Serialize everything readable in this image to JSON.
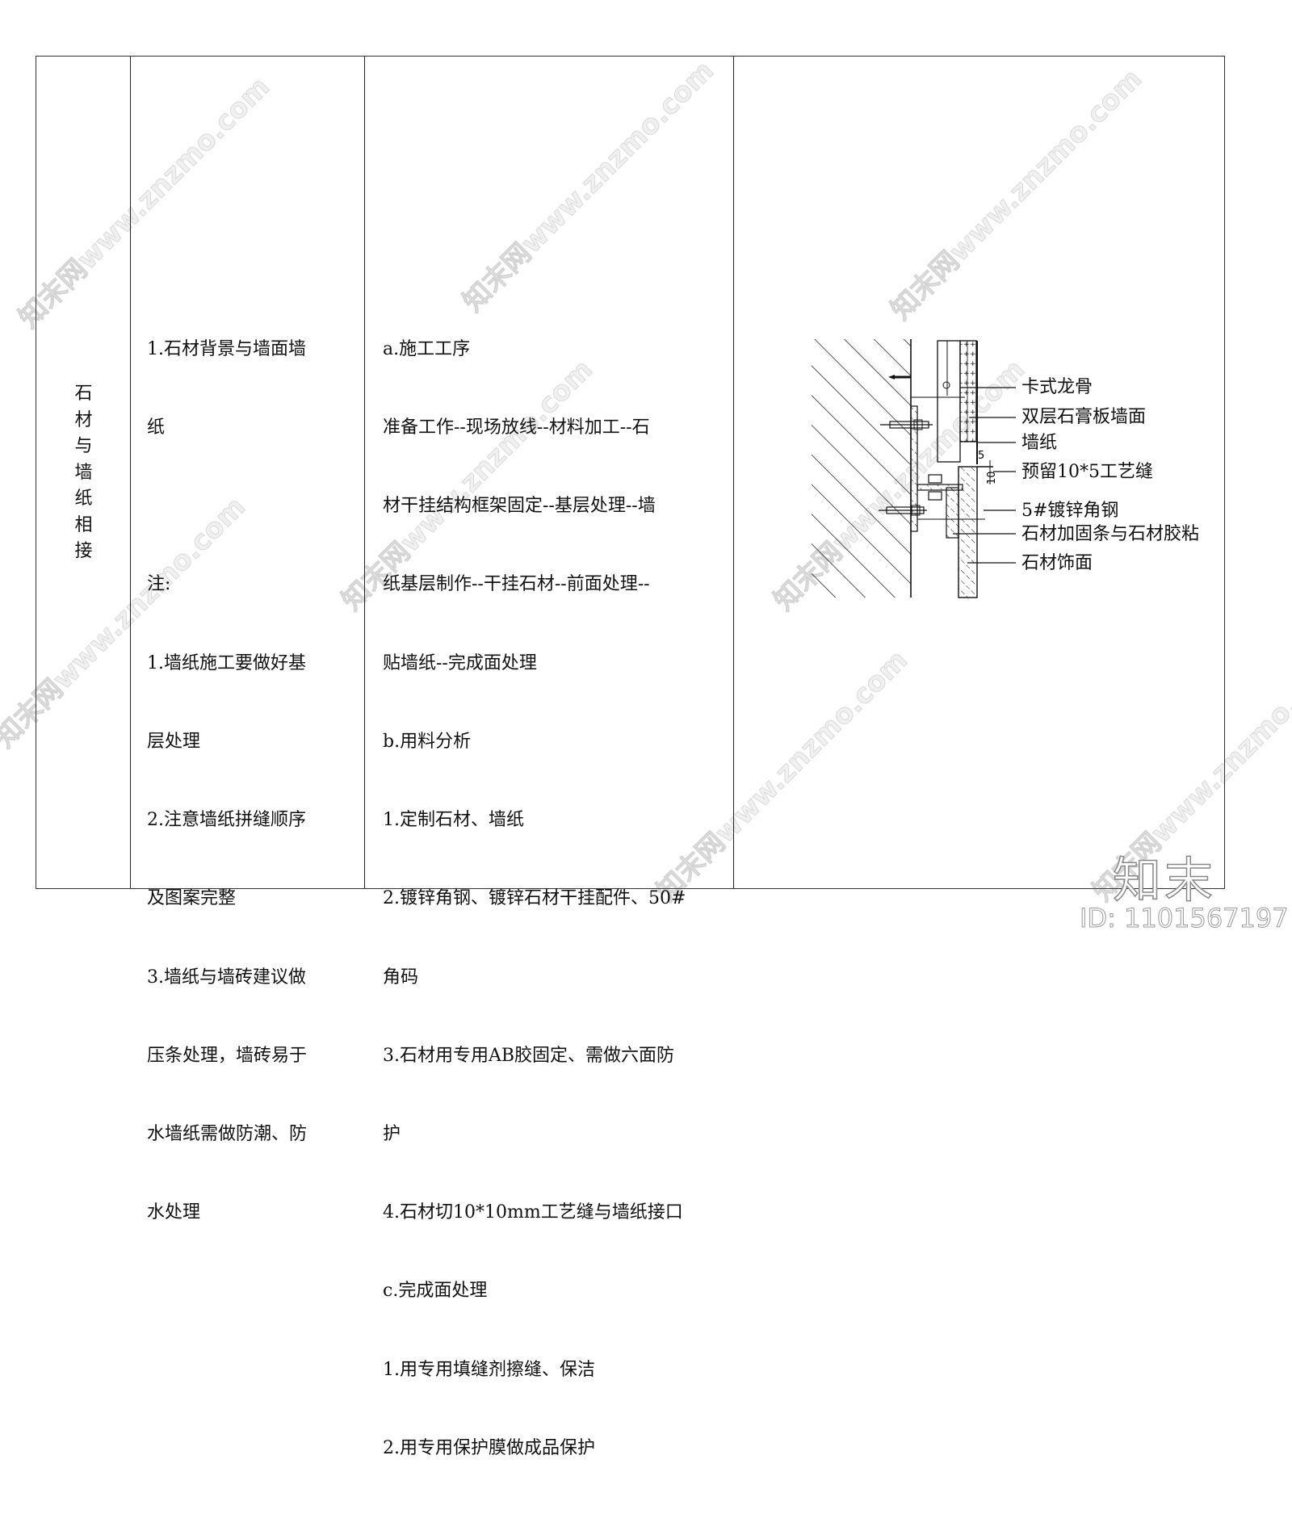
{
  "row_title": [
    "石",
    "材",
    "与",
    "墙",
    "纸",
    "相",
    "接"
  ],
  "node_description": {
    "lines": [
      "1.石材背景与墙面墙",
      "纸",
      "",
      "注:",
      "1.墙纸施工要做好基",
      "层处理",
      "2.注意墙纸拼缝顺序",
      "及图案完整",
      "3.墙纸与墙砖建议做",
      "压条处理，墙砖易于",
      "水墙纸需做防潮、防",
      "水处理"
    ]
  },
  "construction_notes": {
    "lines": [
      "a.施工工序",
      "准备工作--现场放线--材料加工--石",
      "材干挂结构框架固定--基层处理--墙",
      "纸基层制作--干挂石材--前面处理--",
      "贴墙纸--完成面处理",
      "b.用料分析",
      "1.定制石材、墙纸",
      "2.镀锌角钢、镀锌石材干挂配件、50#",
      "角码",
      "3.石材用专用AB胶固定、需做六面防",
      "护",
      "4.石材切10*10mm工艺缝与墙纸接口",
      "c.完成面处理",
      "1.用专用填缝剂擦缝、保洁",
      "2.用专用保护膜做成品保护"
    ]
  },
  "drawing": {
    "labels": [
      "卡式龙骨",
      "双层石膏板墙面",
      "墙纸",
      "预留10*5工艺缝",
      "5#镀锌角钢",
      "石材加固条与石材胶粘",
      "石材饰面"
    ],
    "dim_5": "5",
    "dim_10": "10"
  },
  "watermark": {
    "text": "知末网www.znzmo.com",
    "logo": "知末",
    "id": "ID: 1101567197"
  }
}
